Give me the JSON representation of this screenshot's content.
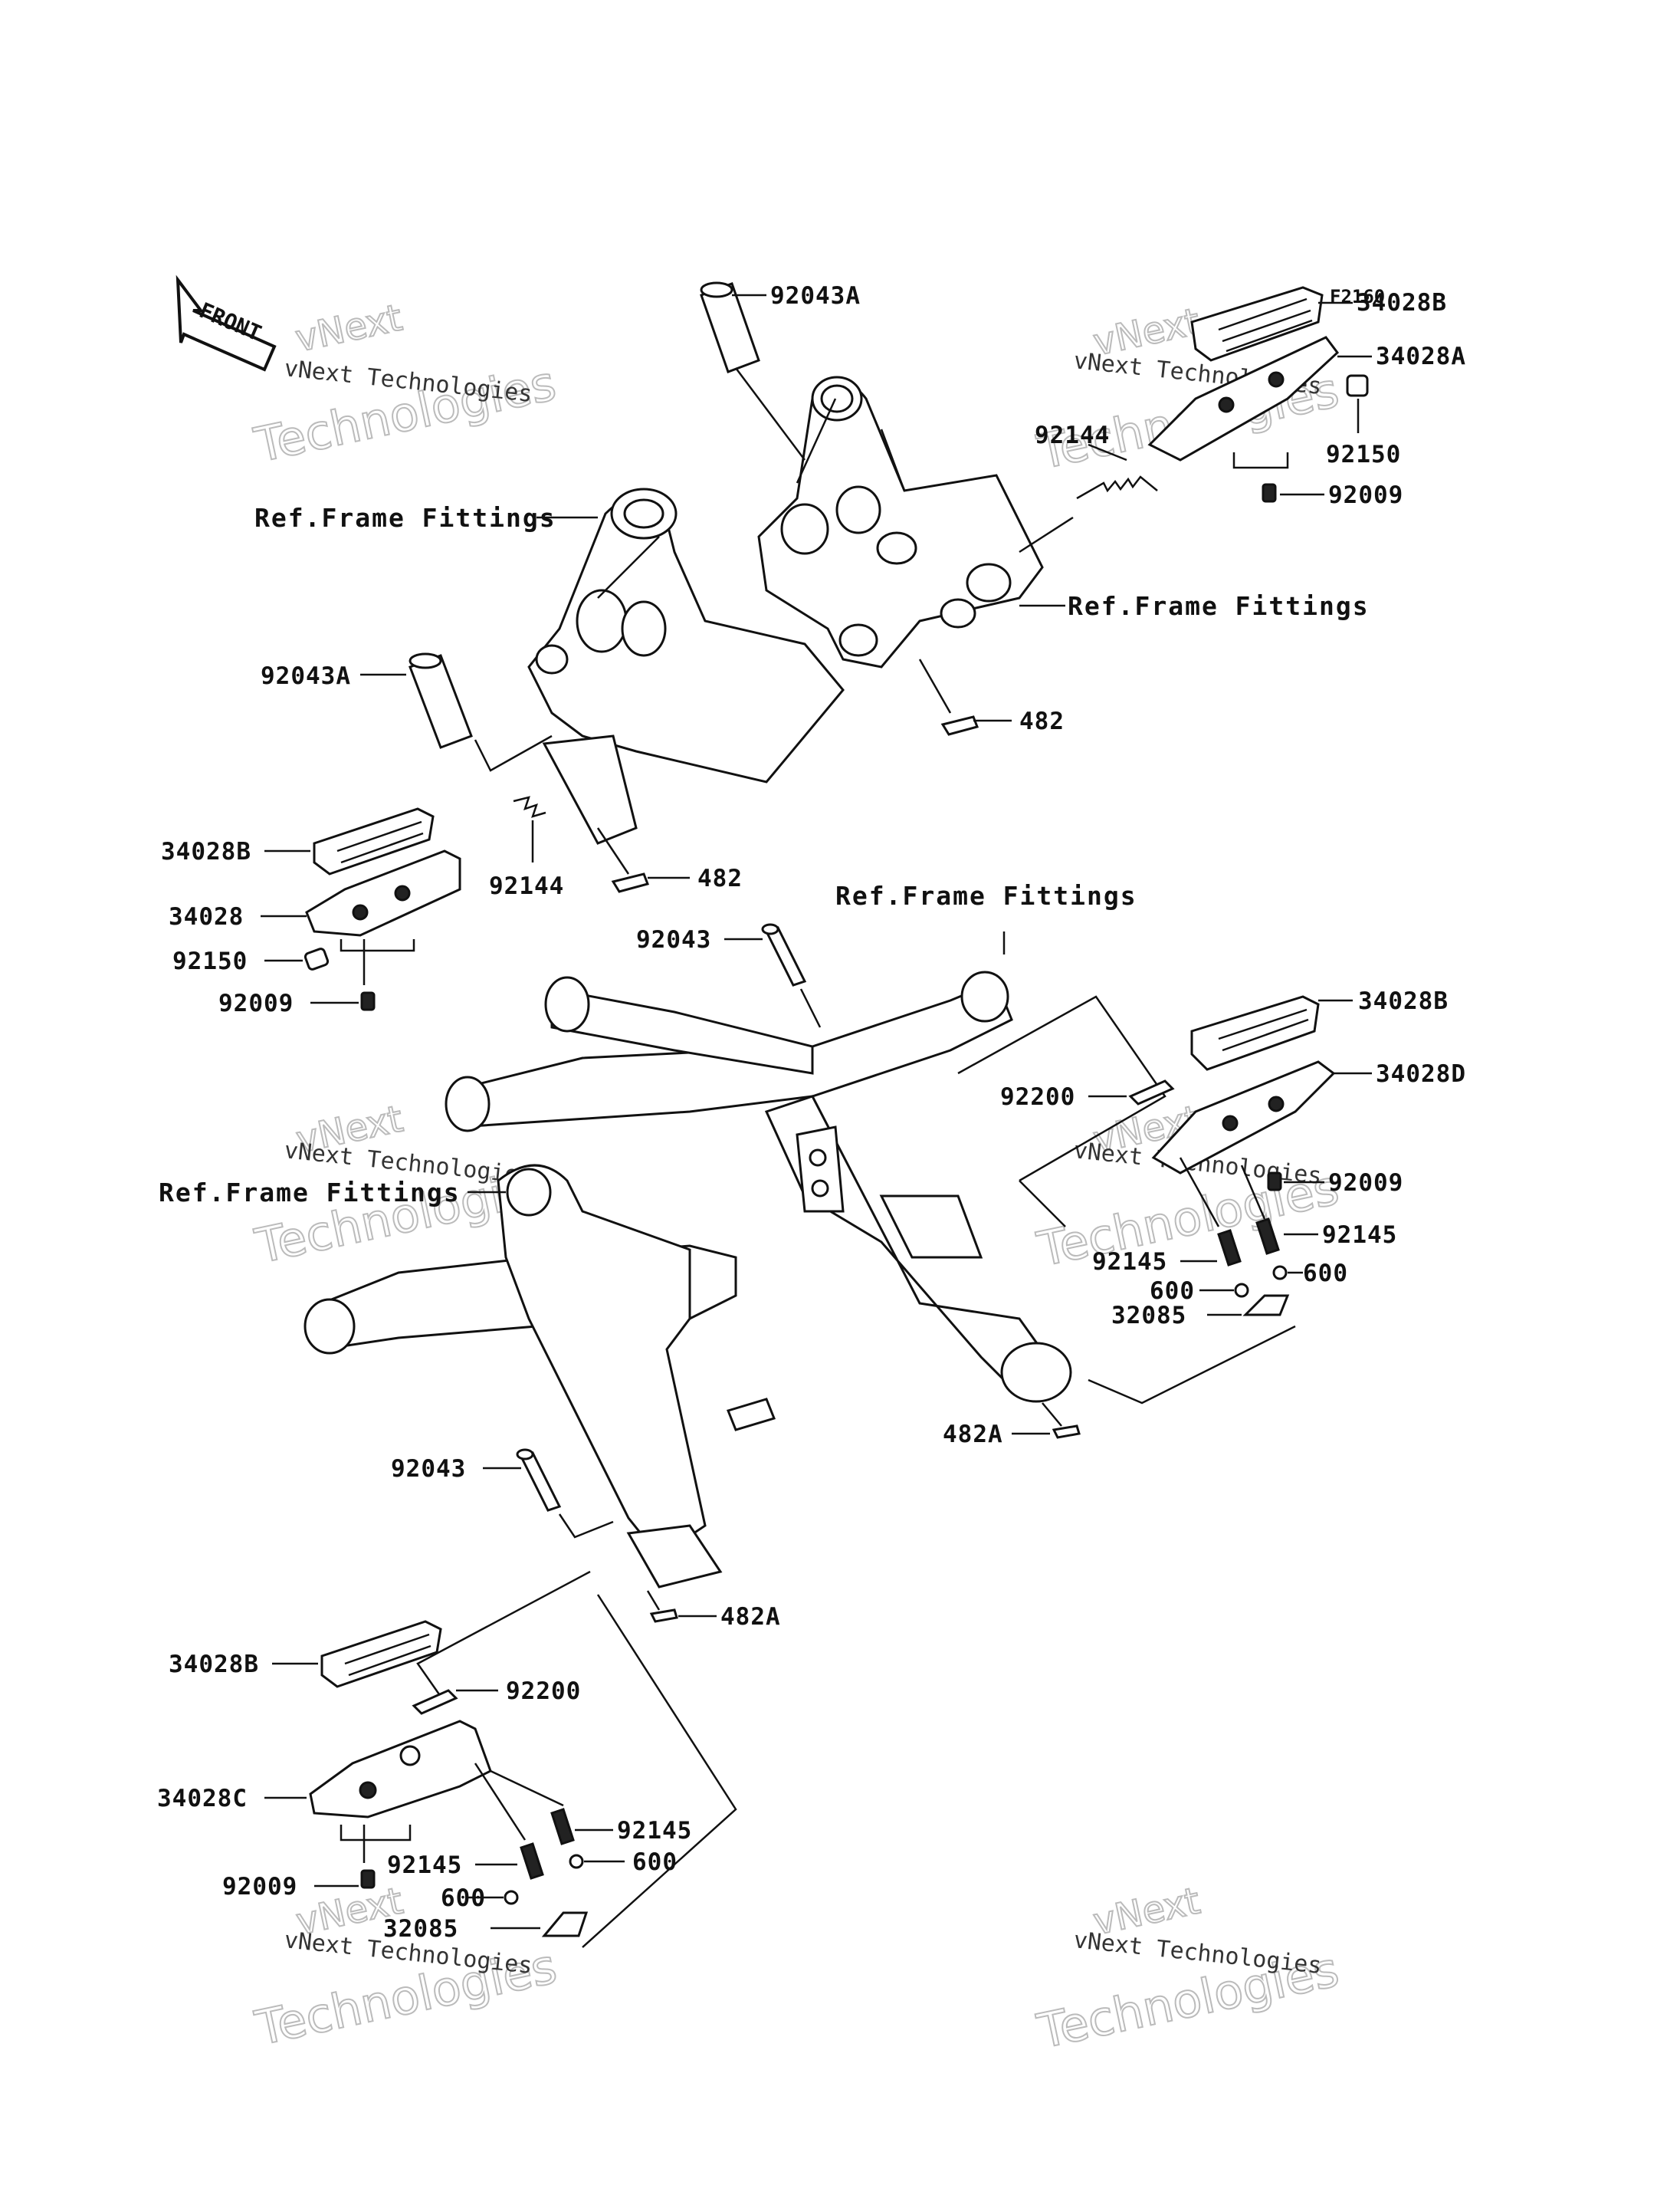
{
  "diagram_code": "F2160",
  "front_label": "FRONT",
  "watermarks": [
    {
      "line1": "vNext Technologies",
      "line2": "vNext",
      "line3": "Technologies"
    },
    {
      "line1": "vNext Technologies",
      "line2": "vNext",
      "line3": "Technologies"
    },
    {
      "line1": "vNext Technologies",
      "line2": "vNext",
      "line3": "Technologies"
    },
    {
      "line1": "vNext Technologies",
      "line2": "vNext",
      "line3": "Technologies"
    },
    {
      "line1": "vNext Technologies",
      "line2": "vNext",
      "line3": "Technologies"
    },
    {
      "line1": "vNext Technologies",
      "line2": "vNext",
      "line3": "Technologies"
    }
  ],
  "labels": {
    "p92043A_top": "92043A",
    "p34028B_tr": "34028B",
    "p34028A": "34028A",
    "p92144_r": "92144",
    "p92150_r": "92150",
    "p92009_tr": "92009",
    "ref_frame_1": "Ref.Frame Fittings",
    "ref_frame_2": "Ref.Frame Fittings",
    "ref_frame_3": "Ref.Frame Fittings",
    "ref_frame_4": "Ref.Frame Fittings",
    "p92043A_left": "92043A",
    "p482_top": "482",
    "p34028B_l": "34028B",
    "p92144_l": "92144",
    "p482_mid": "482",
    "p34028": "34028",
    "p92150_l": "92150",
    "p92009_l": "92009",
    "p92043_mid": "92043",
    "p34028B_mr": "34028B",
    "p34028D": "34028D",
    "p92200_r": "92200",
    "p92009_mr": "92009",
    "p92145_r1": "92145",
    "p92145_r2": "92145",
    "p600_r1": "600",
    "p600_r2": "600",
    "p32085_r": "32085",
    "p482A_r": "482A",
    "p92043_low": "92043",
    "p482A_low": "482A",
    "p34028B_bl": "34028B",
    "p92200_l": "92200",
    "p34028C": "34028C",
    "p92145_l1": "92145",
    "p600_l1": "600",
    "p92145_l2": "92145",
    "p92009_bl": "92009",
    "p600_l2": "600",
    "p32085_l": "32085"
  }
}
